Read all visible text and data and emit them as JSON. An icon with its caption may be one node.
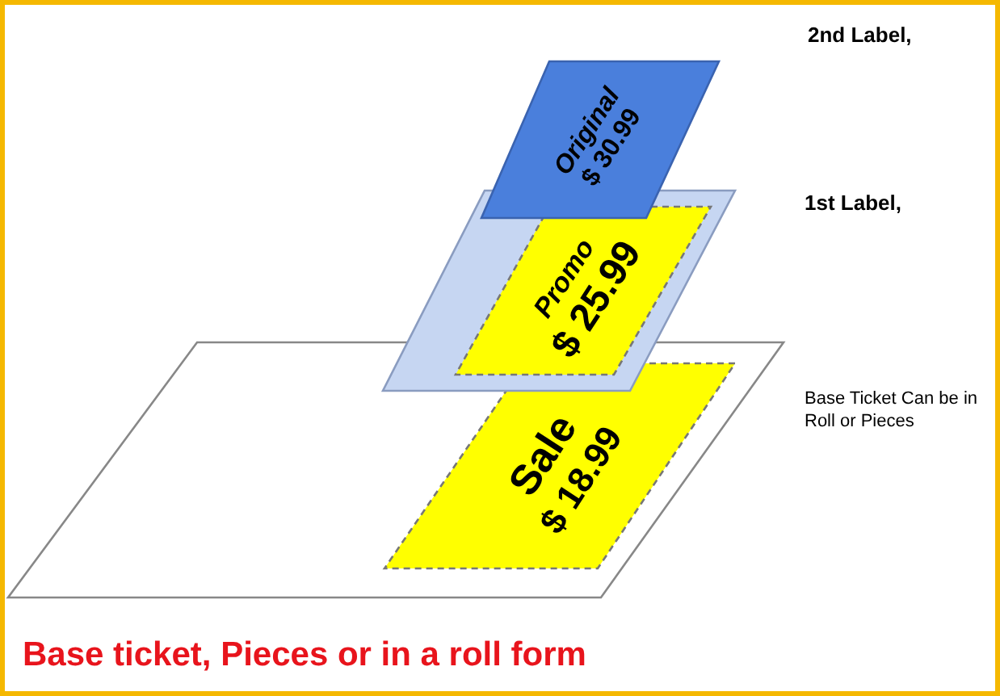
{
  "diagram": {
    "caption": "Base ticket, Pieces or in a roll form",
    "nodes": [
      {
        "text": [],
        "shape": "parallelogram"
      },
      {
        "text": [
          "Sale",
          "$ 18.99"
        ],
        "in": 0
      },
      {
        "text": [],
        "shape": "parallelogram"
      },
      {
        "text": [
          "Promo",
          "$ 25.99"
        ],
        "in": 2
      },
      {
        "text": [
          "Original",
          "$ 30.99"
        ]
      }
    ],
    "edges": [],
    "labels": [
      "2nd Label,",
      "1st Label,",
      "Base Ticket Can be in Roll or Pieces"
    ]
  }
}
